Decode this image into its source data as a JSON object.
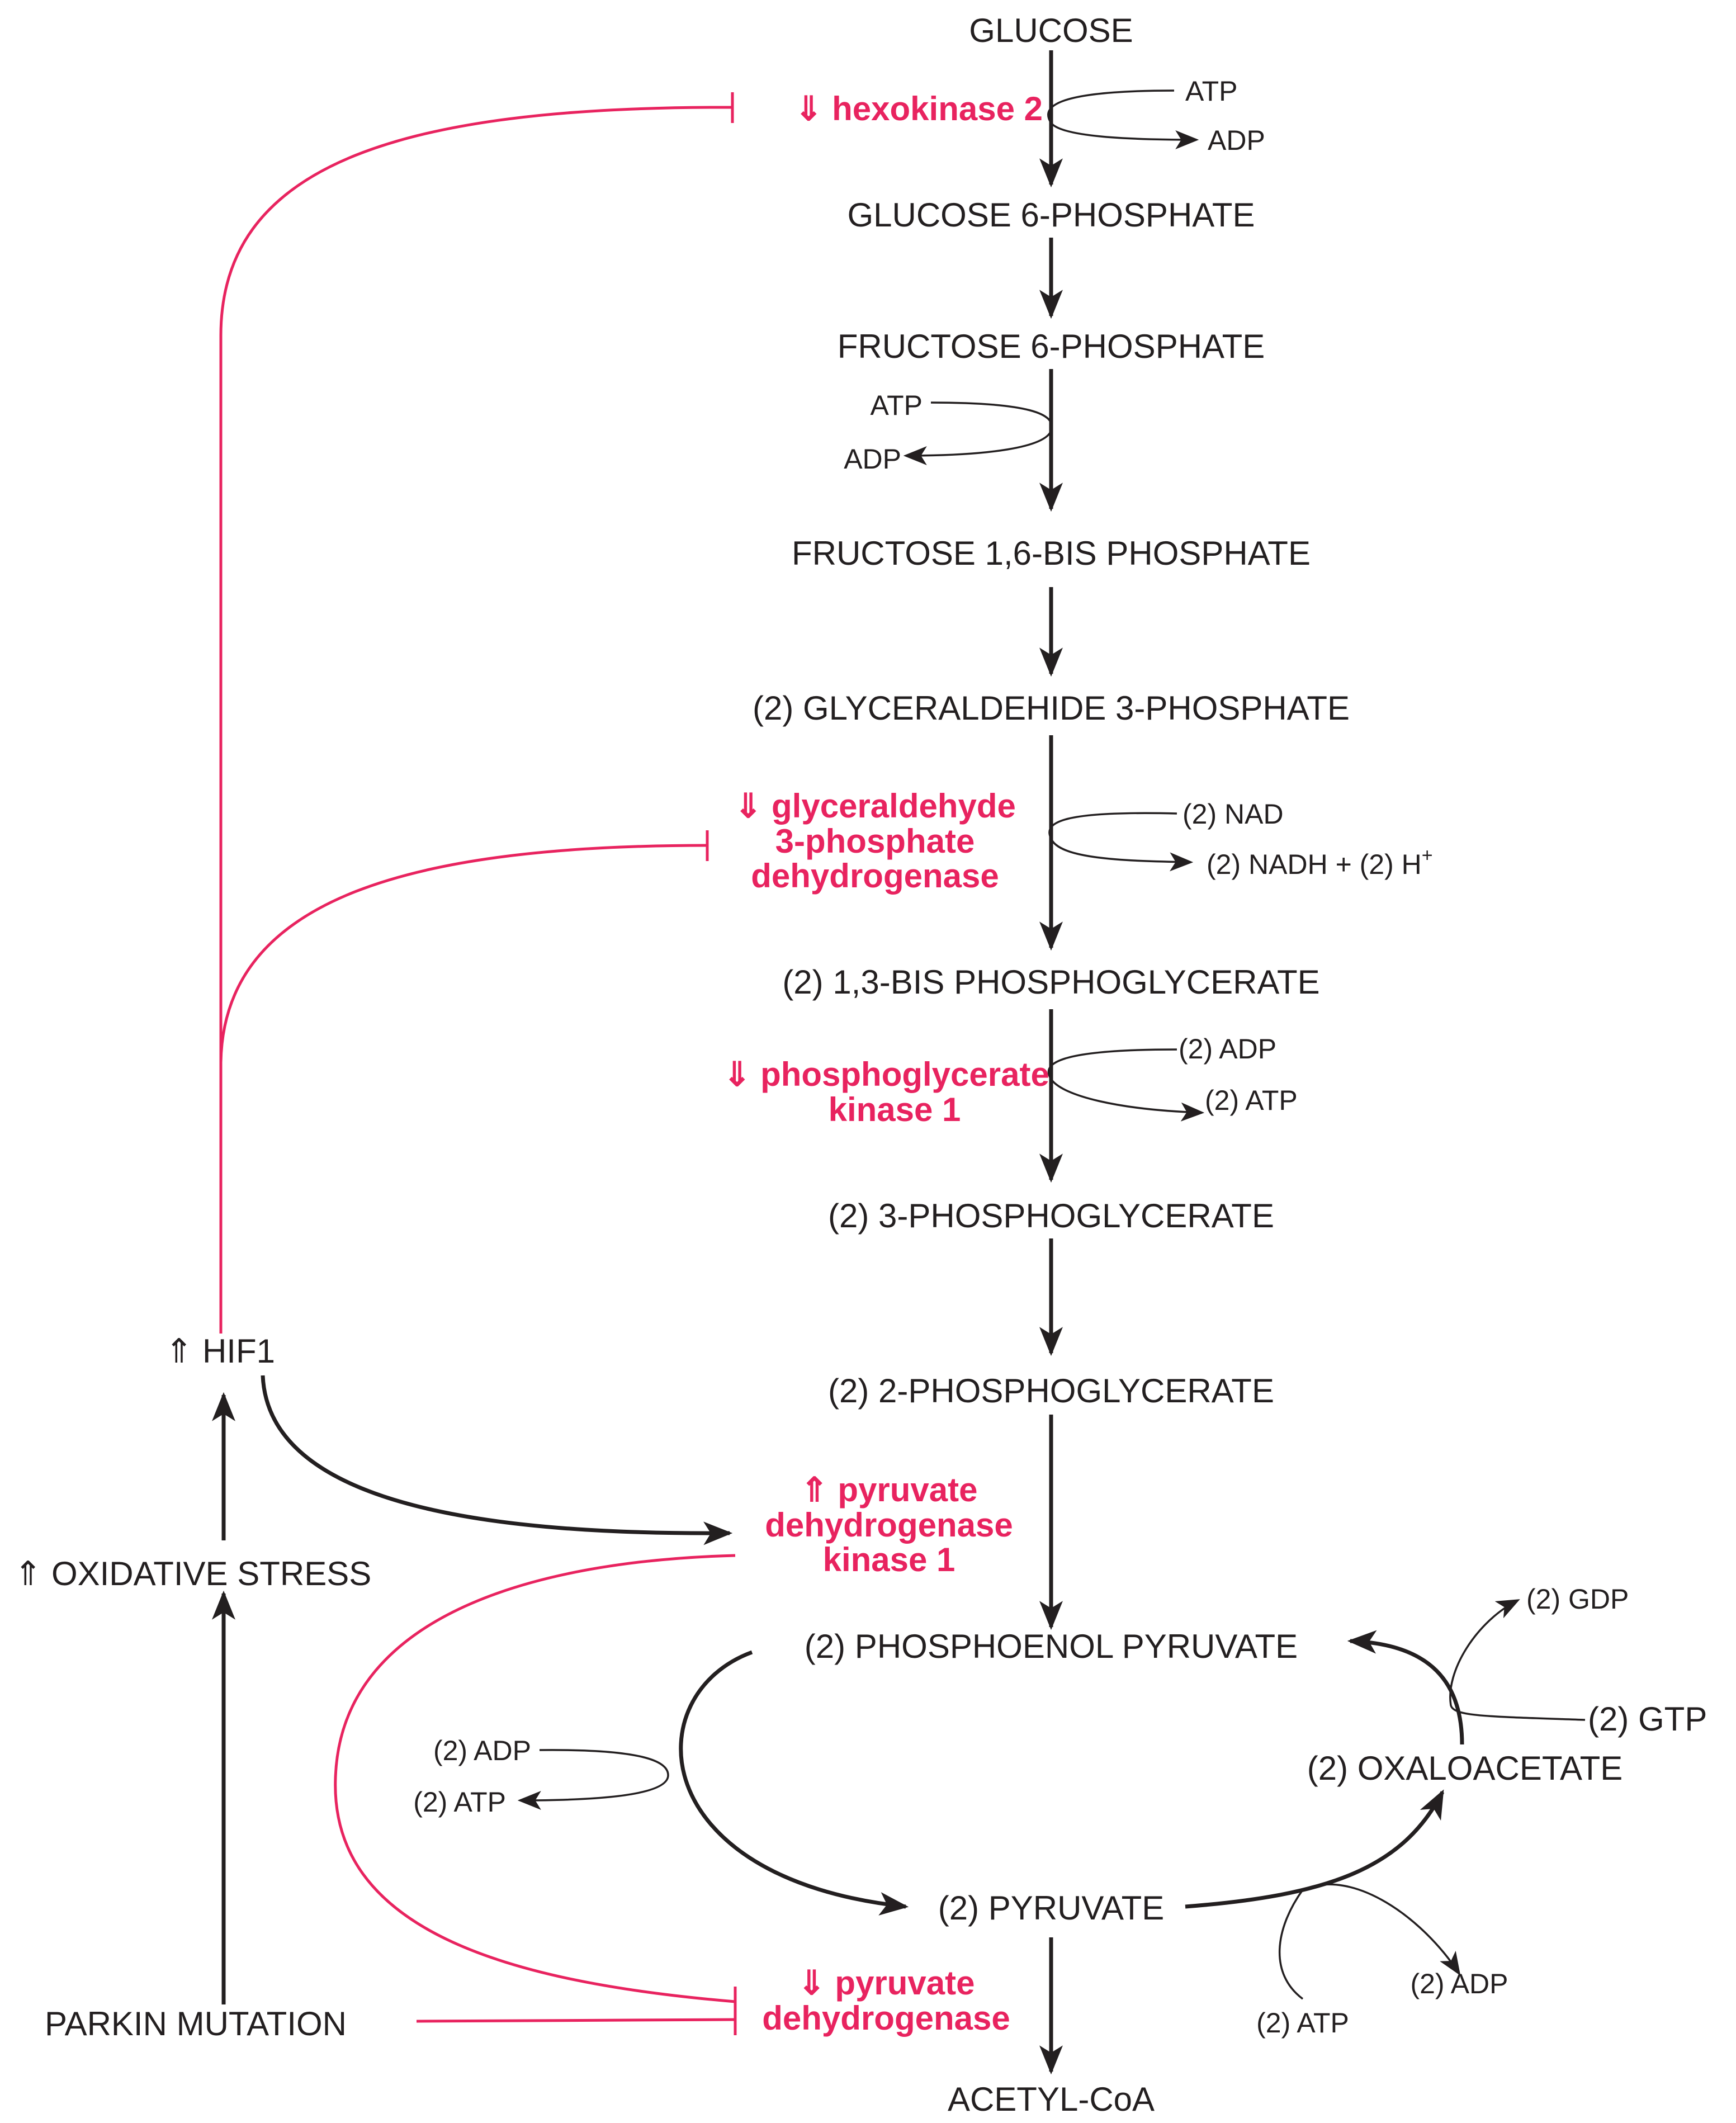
{
  "colors": {
    "pathway": "#231f20",
    "regulation": "#e8235f"
  },
  "metabolites": {
    "glucose": "GLUCOSE",
    "g6p": "GLUCOSE 6-PHOSPHATE",
    "f6p": "FRUCTOSE 6-PHOSPHATE",
    "f16bp": "FRUCTOSE 1,6-BIS PHOSPHATE",
    "g3p": "(2) GLYCERALDEHIDE 3-PHOSPHATE",
    "bpg": "(2) 1,3-BIS PHOSPHOGLYCERATE",
    "pg3": "(2) 3-PHOSPHOGLYCERATE",
    "pg2": "(2) 2-PHOSPHOGLYCERATE",
    "pep": "(2) PHOSPHOENOL PYRUVATE",
    "pyruvate": "(2) PYRUVATE",
    "oxaloacetate": "(2) OXALOACETATE",
    "acetyl_coa": "ACETYL-CoA"
  },
  "cofactors": {
    "atp1": "ATP",
    "adp1": "ADP",
    "atp2": "ATP",
    "adp2": "ADP",
    "nad": "(2) NAD",
    "nadh": "(2) NADH + (2) H",
    "nadh_sup": "+",
    "adp3": "(2) ADP",
    "atp3": "(2) ATP",
    "adp4": "(2) ADP",
    "atp4": "(2) ATP",
    "gdp": "(2) GDP",
    "gtp": "(2) GTP",
    "atp5": "(2) ATP",
    "adp5": "(2) ADP"
  },
  "enzymes": {
    "hk2": "⇓ hexokinase 2",
    "gapdh_1": "⇓ glyceraldehyde",
    "gapdh_2": "3-phosphate",
    "gapdh_3": "dehydrogenase",
    "pgk1_1": "⇓ phosphoglycerate",
    "pgk1_2": "kinase 1",
    "pdk1_1": "⇑ pyruvate",
    "pdk1_2": "dehydrogenase",
    "pdk1_3": "kinase 1",
    "pdh_1": "⇓ pyruvate",
    "pdh_2": "dehydrogenase"
  },
  "regulators": {
    "hif1": "⇑ HIF1",
    "oxidative_stress": "⇑ OXIDATIVE STRESS",
    "parkin": "PARKIN MUTATION"
  }
}
